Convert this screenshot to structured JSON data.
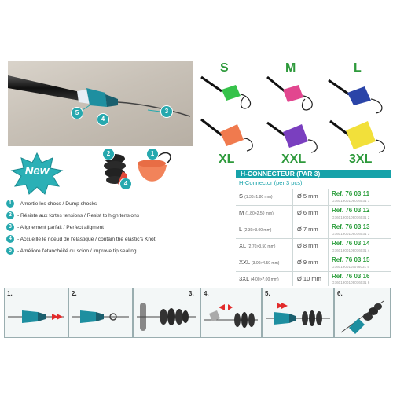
{
  "photo": {
    "callouts": [
      "5",
      "4",
      "3"
    ]
  },
  "new_badge": "New",
  "parts_callouts": [
    "2",
    "1",
    "4"
  ],
  "size_letters": {
    "top": [
      "S",
      "M",
      "L"
    ],
    "bottom": [
      "XL",
      "XXL",
      "3XL"
    ]
  },
  "colors": {
    "S": "#36c24a",
    "M": "#e2468f",
    "L": "#2a44a8",
    "XL": "#f07a4e",
    "XXL": "#7a3fbf",
    "3XL": "#f2e03a",
    "accent": "#16a2a9",
    "ref_green": "#2b9e3c"
  },
  "table": {
    "title": "H-CONNECTEUR (PAR 3)",
    "subtitle": "H-Connector (per 3 pcs)",
    "rows": [
      {
        "size": "S",
        "range": "(1.30>1.80 mm)",
        "dia": "Ø 5 mm",
        "ref": "Ref. 76 03 11",
        "code": "G7601900109076031 1"
      },
      {
        "size": "M",
        "range": "(1.80>2.50 mm)",
        "dia": "Ø 6 mm",
        "ref": "Ref. 76 03 12",
        "code": "G7601900109076031 2"
      },
      {
        "size": "L",
        "range": "(2.30>3.00 mm)",
        "dia": "Ø 7 mm",
        "ref": "Ref. 76 03 13",
        "code": "G7601900109076031 3"
      },
      {
        "size": "XL",
        "range": "(2.70>3.50 mm)",
        "dia": "Ø 8 mm",
        "ref": "Ref. 76 03 14",
        "code": "G7601900109076031 4"
      },
      {
        "size": "XXL",
        "range": "(3.00>4.50 mm)",
        "dia": "Ø 9 mm",
        "ref": "Ref. 76 03 15",
        "code": "G7601900119076031 5"
      },
      {
        "size": "3XL",
        "range": "(4.00>7.00 mm)",
        "dia": "Ø 10 mm",
        "ref": "Ref. 76 03 16",
        "code": "G7601900109076031 6"
      }
    ]
  },
  "features": [
    {
      "num": "1",
      "text": "- Amortie les chocs / Dump shocks"
    },
    {
      "num": "2",
      "text": "- Résiste aux fortes tensions / Resist to high tensions"
    },
    {
      "num": "3",
      "text": "- Alignement parfait / Perfect aligment"
    },
    {
      "num": "4",
      "text": "- Accueille le noeud de l'elastique /  contain the elastic's Knot"
    },
    {
      "num": "5",
      "text": "- Améliore l'étanchéité du scion / improve tip sealing"
    }
  ],
  "steps": [
    "1.",
    "2.",
    "3.",
    "4.",
    "5.",
    "6."
  ]
}
